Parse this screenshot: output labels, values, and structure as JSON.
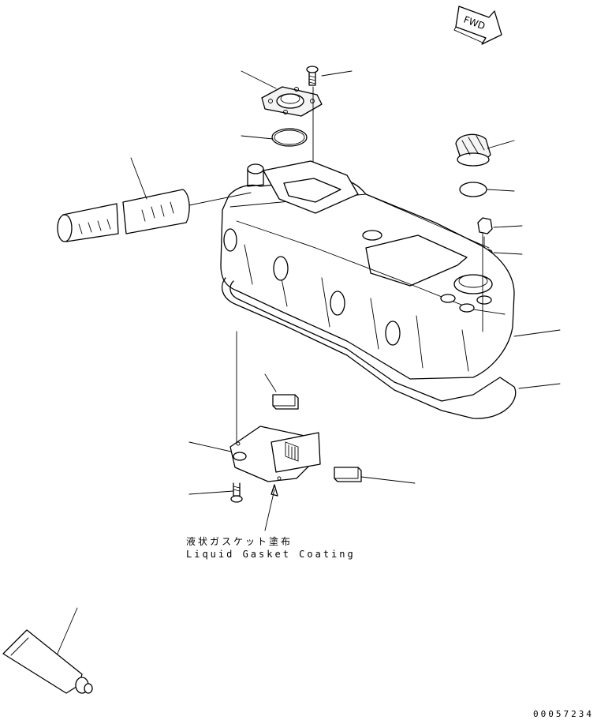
{
  "direction_marker": {
    "text": "FWD"
  },
  "annotation": {
    "japanese": "液状ガスケット塗布",
    "english": "Liquid Gasket Coating"
  },
  "drawing_number": "00057234",
  "colors": {
    "line": "#000000",
    "background": "#ffffff"
  }
}
